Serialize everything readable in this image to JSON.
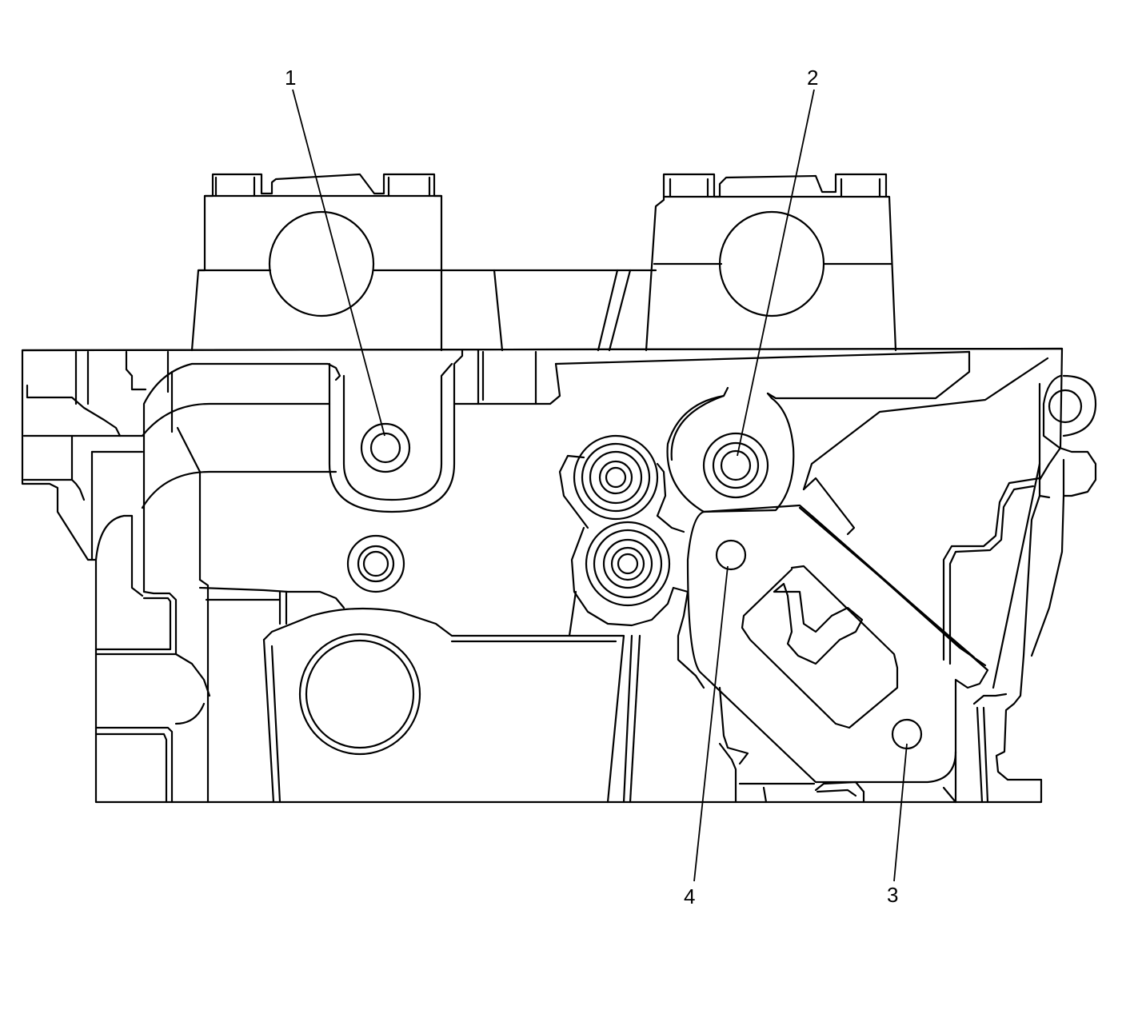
{
  "diagram": {
    "subject": "cylinder-head-side-view",
    "line_color": "#000000",
    "background": "#ffffff",
    "callouts": [
      {
        "id": "callout-1",
        "label": "1"
      },
      {
        "id": "callout-2",
        "label": "2"
      },
      {
        "id": "callout-3",
        "label": "3"
      },
      {
        "id": "callout-4",
        "label": "4"
      }
    ]
  }
}
